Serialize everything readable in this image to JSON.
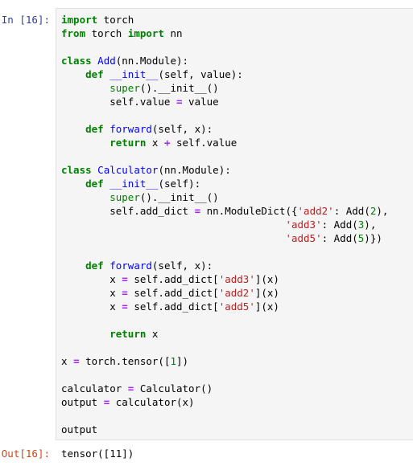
{
  "cell": {
    "input_prompt": "In [16]:",
    "output_prompt": "Out[16]:",
    "output_text": "tensor([11])",
    "code_lines": [
      [
        [
          "kw",
          "import"
        ],
        [
          "t",
          " torch"
        ]
      ],
      [
        [
          "kw",
          "from"
        ],
        [
          "t",
          " torch "
        ],
        [
          "kw",
          "import"
        ],
        [
          "t",
          " nn"
        ]
      ],
      [],
      [
        [
          "kw",
          "class"
        ],
        [
          "t",
          " "
        ],
        [
          "fn",
          "Add"
        ],
        [
          "t",
          "(nn.Module):"
        ]
      ],
      [
        [
          "t",
          "    "
        ],
        [
          "kw",
          "def"
        ],
        [
          "t",
          " "
        ],
        [
          "fn",
          "__init__"
        ],
        [
          "t",
          "(self, value):"
        ]
      ],
      [
        [
          "t",
          "        "
        ],
        [
          "bi",
          "super"
        ],
        [
          "t",
          "().__init__()"
        ]
      ],
      [
        [
          "t",
          "        self.value "
        ],
        [
          "op",
          "="
        ],
        [
          "t",
          " value"
        ]
      ],
      [],
      [
        [
          "t",
          "    "
        ],
        [
          "kw",
          "def"
        ],
        [
          "t",
          " "
        ],
        [
          "fn",
          "forward"
        ],
        [
          "t",
          "(self, x):"
        ]
      ],
      [
        [
          "t",
          "        "
        ],
        [
          "kw",
          "return"
        ],
        [
          "t",
          " x "
        ],
        [
          "op",
          "+"
        ],
        [
          "t",
          " self.value"
        ]
      ],
      [],
      [
        [
          "kw",
          "class"
        ],
        [
          "t",
          " "
        ],
        [
          "fn",
          "Calculator"
        ],
        [
          "t",
          "(nn.Module):"
        ]
      ],
      [
        [
          "t",
          "    "
        ],
        [
          "kw",
          "def"
        ],
        [
          "t",
          " "
        ],
        [
          "fn",
          "__init__"
        ],
        [
          "t",
          "(self):"
        ]
      ],
      [
        [
          "t",
          "        "
        ],
        [
          "bi",
          "super"
        ],
        [
          "t",
          "().__init__()"
        ]
      ],
      [
        [
          "t",
          "        self.add_dict "
        ],
        [
          "op",
          "="
        ],
        [
          "t",
          " nn.ModuleDict({"
        ],
        [
          "str",
          "'add2'"
        ],
        [
          "t",
          ": Add("
        ],
        [
          "num",
          "2"
        ],
        [
          "t",
          "),"
        ]
      ],
      [
        [
          "t",
          "                                     "
        ],
        [
          "str",
          "'add3'"
        ],
        [
          "t",
          ": Add("
        ],
        [
          "num",
          "3"
        ],
        [
          "t",
          "),"
        ]
      ],
      [
        [
          "t",
          "                                     "
        ],
        [
          "str",
          "'add5'"
        ],
        [
          "t",
          ": Add("
        ],
        [
          "num",
          "5"
        ],
        [
          "t",
          ")})"
        ]
      ],
      [],
      [
        [
          "t",
          "    "
        ],
        [
          "kw",
          "def"
        ],
        [
          "t",
          " "
        ],
        [
          "fn",
          "forward"
        ],
        [
          "t",
          "(self, x):"
        ]
      ],
      [
        [
          "t",
          "        x "
        ],
        [
          "op",
          "="
        ],
        [
          "t",
          " self.add_dict["
        ],
        [
          "str",
          "'add3'"
        ],
        [
          "t",
          "](x)"
        ]
      ],
      [
        [
          "t",
          "        x "
        ],
        [
          "op",
          "="
        ],
        [
          "t",
          " self.add_dict["
        ],
        [
          "str",
          "'add2'"
        ],
        [
          "t",
          "](x)"
        ]
      ],
      [
        [
          "t",
          "        x "
        ],
        [
          "op",
          "="
        ],
        [
          "t",
          " self.add_dict["
        ],
        [
          "str",
          "'add5'"
        ],
        [
          "t",
          "](x)"
        ]
      ],
      [],
      [
        [
          "t",
          "        "
        ],
        [
          "kw",
          "return"
        ],
        [
          "t",
          " x"
        ]
      ],
      [],
      [
        [
          "t",
          "x "
        ],
        [
          "op",
          "="
        ],
        [
          "t",
          " torch.tensor(["
        ],
        [
          "num",
          "1"
        ],
        [
          "t",
          "])"
        ]
      ],
      [],
      [
        [
          "t",
          "calculator "
        ],
        [
          "op",
          "="
        ],
        [
          "t",
          " Calculator()"
        ]
      ],
      [
        [
          "t",
          "output "
        ],
        [
          "op",
          "="
        ],
        [
          "t",
          " calculator(x)"
        ]
      ],
      [],
      [
        [
          "t",
          "output"
        ]
      ]
    ]
  }
}
